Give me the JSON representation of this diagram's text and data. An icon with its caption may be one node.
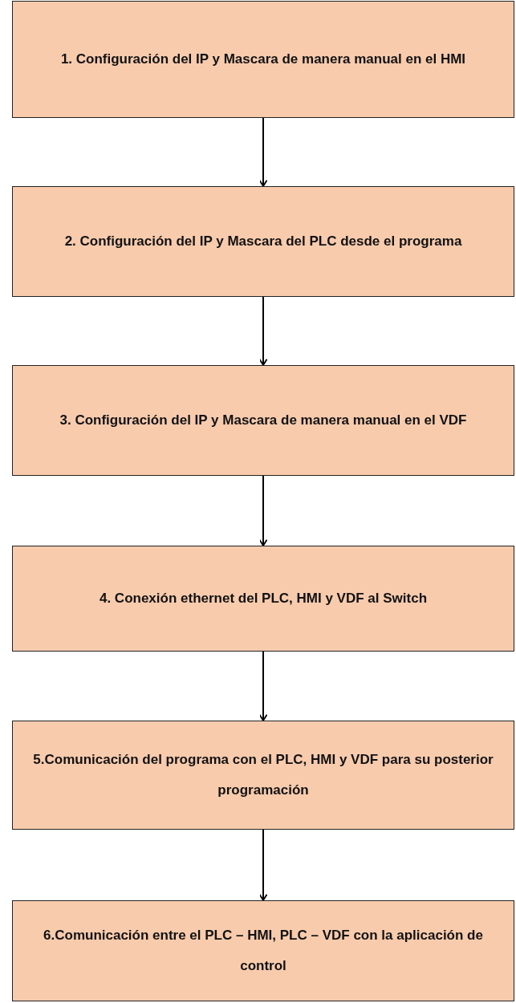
{
  "diagram": {
    "nodes": [
      {
        "text": [
          "1. Configuración del IP y Mascara de manera manual en el HMI"
        ]
      },
      {
        "text": [
          "2. Configuración del IP y Mascara del PLC desde el programa"
        ]
      },
      {
        "text": [
          "3. Configuración del IP y Mascara de manera manual en el VDF"
        ]
      },
      {
        "text": [
          "4. Conexión ethernet del PLC, HMI y VDF al Switch"
        ]
      },
      {
        "text": [
          "5.Comunicación del programa con el PLC, HMI y VDF para su posterior programación"
        ]
      },
      {
        "text": [
          "6.Comunicación entre el PLC – HMI, PLC – VDF con la aplicación de control"
        ]
      }
    ],
    "edges": [
      {
        "from": 0,
        "to": 1,
        "arrow": "to"
      },
      {
        "from": 1,
        "to": 2,
        "arrow": "to"
      },
      {
        "from": 2,
        "to": 3,
        "arrow": "to"
      },
      {
        "from": 3,
        "to": 4,
        "arrow": "to"
      },
      {
        "from": 4,
        "to": 5,
        "arrow": "to"
      }
    ]
  }
}
